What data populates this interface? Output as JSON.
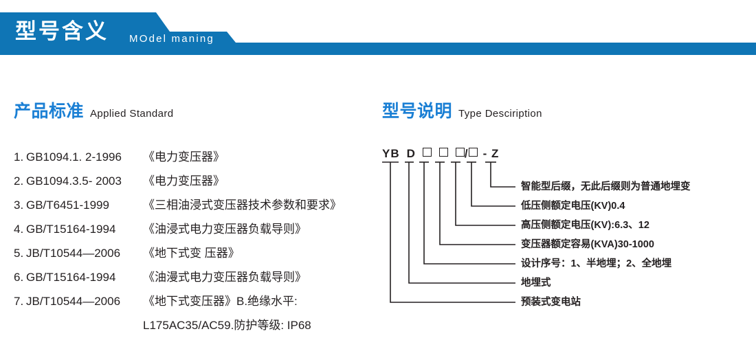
{
  "banner": {
    "title_cn": "型号含义",
    "title_en": "MOdel maning",
    "color": "#0f75b5"
  },
  "sections": {
    "standard": {
      "title_cn": "产品标准",
      "title_en": "Applied Standard",
      "accent": "#1a7fd4"
    },
    "type": {
      "title_cn": "型号说明",
      "title_en": "Type Desciription",
      "accent": "#1a7fd4"
    }
  },
  "standards": [
    {
      "num": "1.",
      "code": "GB1094.1. 2-1996",
      "title": "《电力变压器》"
    },
    {
      "num": "2.",
      "code": "GB1094.3.5- 2003",
      "title": "《电力变压器》"
    },
    {
      "num": "3.",
      "code": "GB/T6451-1999",
      "title": "《三相油浸式变压器技术参数和要求》"
    },
    {
      "num": "4.",
      "code": "GB/T15164-1994",
      "title": "《油浸式电力变压器负载导则》"
    },
    {
      "num": "5.",
      "code": "JB/T10544—2006",
      "title": "《地下式变 压器》"
    },
    {
      "num": "6.",
      "code": "GB/T15164-1994",
      "title": "《油漫式电力变压器负载导则》"
    },
    {
      "num": "7.",
      "code": "JB/T10544—2006",
      "title": "《地下式变压器》B.绝缘水平:"
    }
  ],
  "standards_continuation": "L175AC35/AC59.防护等级: IP68",
  "type_code": {
    "segments": [
      "YB",
      "D",
      "□",
      "□",
      "□",
      "/□",
      "- Z"
    ],
    "prefix": "YB",
    "letter": "D",
    "slash": "/",
    "suffix": "- Z"
  },
  "type_legend": [
    "智能型后缀，无此后缀则为普通地埋变",
    "低压侧额定电压(KV)0.4",
    "高压侧额定电压(KV):6.3、12",
    "变压器额定容易(KVA)30-1000",
    "设计序号：1、半地埋；2、全地埋",
    "地埋式",
    "预装式变电站"
  ]
}
